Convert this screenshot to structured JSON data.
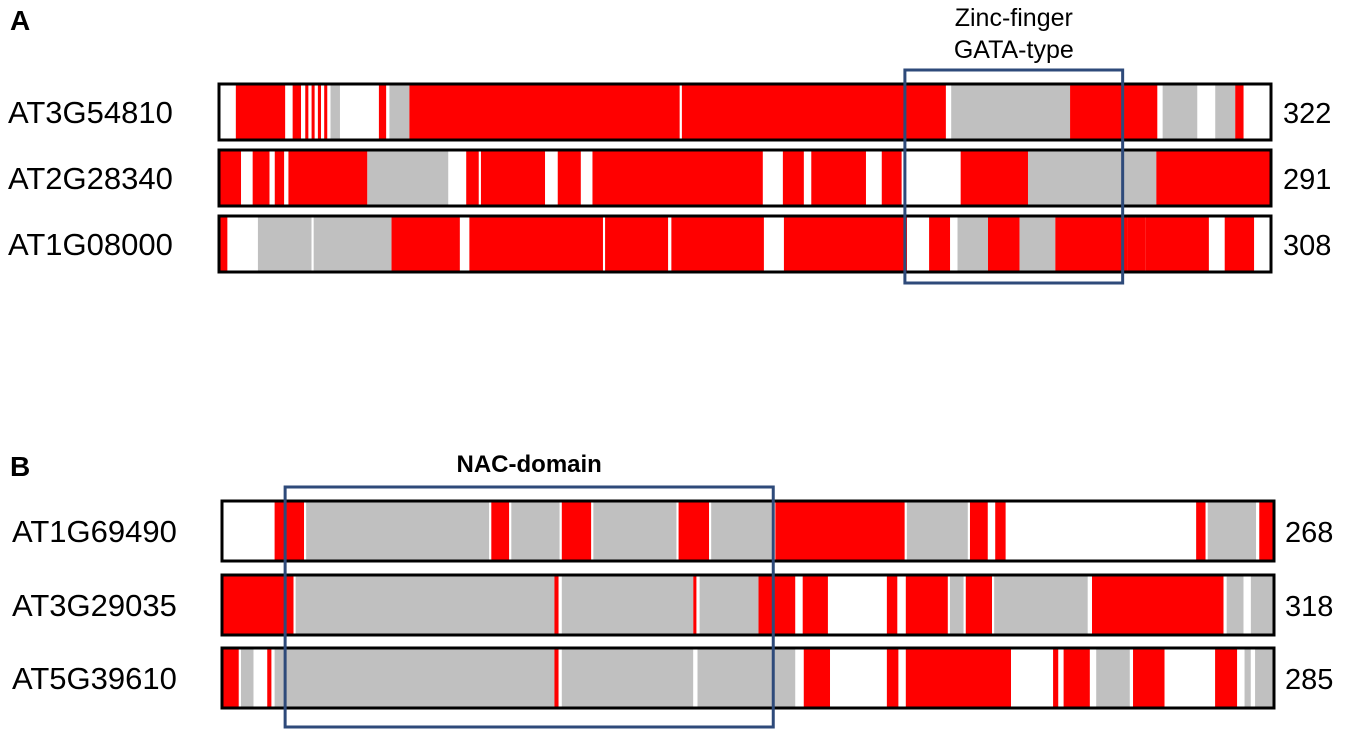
{
  "colors": {
    "variable": "#ff0000",
    "conserved": "#c0c0c0",
    "gap": "#ffffff",
    "domain_box": "#2e4a7a"
  },
  "panels": [
    {
      "letter": "A",
      "domain": {
        "lines": [
          "Zinc-finger",
          "GATA-type"
        ],
        "bold": false,
        "start": 0.652,
        "end": 0.859
      },
      "genes": [
        {
          "id": "AT3G54810",
          "length": "322",
          "segments": [
            [
              0.0,
              0.016,
              "w"
            ],
            [
              0.016,
              0.063,
              "r"
            ],
            [
              0.063,
              0.07,
              "w"
            ],
            [
              0.07,
              0.078,
              "r"
            ],
            [
              0.078,
              0.082,
              "w"
            ],
            [
              0.082,
              0.085,
              "r"
            ],
            [
              0.085,
              0.088,
              "w"
            ],
            [
              0.088,
              0.091,
              "r"
            ],
            [
              0.091,
              0.094,
              "w"
            ],
            [
              0.094,
              0.097,
              "r"
            ],
            [
              0.097,
              0.1,
              "w"
            ],
            [
              0.1,
              0.103,
              "r"
            ],
            [
              0.103,
              0.106,
              "w"
            ],
            [
              0.106,
              0.115,
              "g"
            ],
            [
              0.115,
              0.152,
              "w"
            ],
            [
              0.152,
              0.159,
              "r"
            ],
            [
              0.159,
              0.162,
              "w"
            ],
            [
              0.162,
              0.181,
              "g"
            ],
            [
              0.181,
              0.438,
              "r"
            ],
            [
              0.438,
              0.44,
              "w"
            ],
            [
              0.44,
              0.691,
              "r"
            ],
            [
              0.691,
              0.696,
              "w"
            ],
            [
              0.696,
              0.809,
              "g"
            ],
            [
              0.809,
              0.892,
              "r"
            ],
            [
              0.892,
              0.897,
              "w"
            ],
            [
              0.897,
              0.93,
              "g"
            ],
            [
              0.93,
              0.947,
              "w"
            ],
            [
              0.947,
              0.966,
              "g"
            ],
            [
              0.966,
              0.974,
              "r"
            ],
            [
              0.974,
              1.0,
              "w"
            ]
          ]
        },
        {
          "id": "AT2G28340",
          "length": "291",
          "segments": [
            [
              0.0,
              0.021,
              "r"
            ],
            [
              0.021,
              0.032,
              "w"
            ],
            [
              0.032,
              0.048,
              "r"
            ],
            [
              0.048,
              0.053,
              "w"
            ],
            [
              0.053,
              0.062,
              "r"
            ],
            [
              0.062,
              0.066,
              "w"
            ],
            [
              0.066,
              0.141,
              "r"
            ],
            [
              0.141,
              0.218,
              "g"
            ],
            [
              0.218,
              0.235,
              "w"
            ],
            [
              0.235,
              0.247,
              "r"
            ],
            [
              0.247,
              0.249,
              "w"
            ],
            [
              0.249,
              0.31,
              "r"
            ],
            [
              0.31,
              0.322,
              "w"
            ],
            [
              0.322,
              0.344,
              "r"
            ],
            [
              0.344,
              0.355,
              "w"
            ],
            [
              0.355,
              0.517,
              "r"
            ],
            [
              0.517,
              0.536,
              "w"
            ],
            [
              0.536,
              0.556,
              "r"
            ],
            [
              0.556,
              0.563,
              "w"
            ],
            [
              0.563,
              0.615,
              "r"
            ],
            [
              0.615,
              0.63,
              "w"
            ],
            [
              0.63,
              0.649,
              "r"
            ],
            [
              0.649,
              0.705,
              "w"
            ],
            [
              0.705,
              0.769,
              "r"
            ],
            [
              0.769,
              0.891,
              "g"
            ],
            [
              0.891,
              1.0,
              "r"
            ]
          ]
        },
        {
          "id": "AT1G08000",
          "length": "308",
          "segments": [
            [
              0.0,
              0.008,
              "r"
            ],
            [
              0.008,
              0.037,
              "w"
            ],
            [
              0.037,
              0.088,
              "g"
            ],
            [
              0.088,
              0.09,
              "w"
            ],
            [
              0.09,
              0.164,
              "g"
            ],
            [
              0.164,
              0.229,
              "r"
            ],
            [
              0.229,
              0.238,
              "w"
            ],
            [
              0.238,
              0.365,
              "r"
            ],
            [
              0.365,
              0.367,
              "w"
            ],
            [
              0.367,
              0.427,
              "r"
            ],
            [
              0.427,
              0.43,
              "w"
            ],
            [
              0.43,
              0.518,
              "r"
            ],
            [
              0.518,
              0.537,
              "w"
            ],
            [
              0.537,
              0.654,
              "r"
            ],
            [
              0.654,
              0.675,
              "w"
            ],
            [
              0.675,
              0.695,
              "r"
            ],
            [
              0.695,
              0.702,
              "w"
            ],
            [
              0.702,
              0.731,
              "g"
            ],
            [
              0.731,
              0.761,
              "r"
            ],
            [
              0.761,
              0.795,
              "g"
            ],
            [
              0.795,
              0.864,
              "r"
            ],
            [
              0.864,
              0.881,
              "r"
            ],
            [
              0.881,
              0.941,
              "r"
            ],
            [
              0.941,
              0.956,
              "w"
            ],
            [
              0.956,
              0.984,
              "r"
            ],
            [
              0.984,
              1.0,
              "w"
            ]
          ]
        }
      ]
    },
    {
      "letter": "B",
      "domain": {
        "lines": [
          "NAC-domain"
        ],
        "bold": true,
        "start": 0.06,
        "end": 0.524
      },
      "genes": [
        {
          "id": "AT1G69490",
          "length": "268",
          "segments": [
            [
              0.0,
              0.05,
              "w"
            ],
            [
              0.05,
              0.078,
              "r"
            ],
            [
              0.078,
              0.08,
              "w"
            ],
            [
              0.08,
              0.254,
              "g"
            ],
            [
              0.254,
              0.256,
              "w"
            ],
            [
              0.256,
              0.273,
              "r"
            ],
            [
              0.273,
              0.275,
              "w"
            ],
            [
              0.275,
              0.321,
              "g"
            ],
            [
              0.321,
              0.323,
              "w"
            ],
            [
              0.323,
              0.351,
              "r"
            ],
            [
              0.351,
              0.353,
              "w"
            ],
            [
              0.353,
              0.432,
              "g"
            ],
            [
              0.432,
              0.434,
              "w"
            ],
            [
              0.434,
              0.463,
              "r"
            ],
            [
              0.463,
              0.465,
              "w"
            ],
            [
              0.465,
              0.524,
              "g"
            ],
            [
              0.524,
              0.526,
              "w"
            ],
            [
              0.526,
              0.649,
              "r"
            ],
            [
              0.649,
              0.651,
              "w"
            ],
            [
              0.651,
              0.709,
              "g"
            ],
            [
              0.709,
              0.711,
              "w"
            ],
            [
              0.711,
              0.728,
              "r"
            ],
            [
              0.728,
              0.735,
              "w"
            ],
            [
              0.735,
              0.745,
              "r"
            ],
            [
              0.745,
              0.926,
              "w"
            ],
            [
              0.926,
              0.935,
              "r"
            ],
            [
              0.935,
              0.937,
              "w"
            ],
            [
              0.937,
              0.983,
              "g"
            ],
            [
              0.983,
              0.986,
              "w"
            ],
            [
              0.986,
              1.0,
              "r"
            ]
          ]
        },
        {
          "id": "AT3G29035",
          "length": "318",
          "segments": [
            [
              0.0,
              0.068,
              "r"
            ],
            [
              0.068,
              0.07,
              "w"
            ],
            [
              0.07,
              0.316,
              "g"
            ],
            [
              0.316,
              0.32,
              "r"
            ],
            [
              0.32,
              0.323,
              "w"
            ],
            [
              0.323,
              0.448,
              "g"
            ],
            [
              0.448,
              0.451,
              "r"
            ],
            [
              0.451,
              0.454,
              "w"
            ],
            [
              0.454,
              0.51,
              "g"
            ],
            [
              0.51,
              0.545,
              "r"
            ],
            [
              0.545,
              0.552,
              "w"
            ],
            [
              0.552,
              0.576,
              "r"
            ],
            [
              0.576,
              0.632,
              "w"
            ],
            [
              0.632,
              0.642,
              "r"
            ],
            [
              0.642,
              0.65,
              "w"
            ],
            [
              0.65,
              0.69,
              "r"
            ],
            [
              0.69,
              0.692,
              "w"
            ],
            [
              0.692,
              0.705,
              "g"
            ],
            [
              0.705,
              0.707,
              "w"
            ],
            [
              0.707,
              0.732,
              "r"
            ],
            [
              0.732,
              0.734,
              "w"
            ],
            [
              0.734,
              0.823,
              "g"
            ],
            [
              0.823,
              0.827,
              "w"
            ],
            [
              0.827,
              0.952,
              "r"
            ],
            [
              0.952,
              0.955,
              "w"
            ],
            [
              0.955,
              0.971,
              "g"
            ],
            [
              0.971,
              0.978,
              "w"
            ],
            [
              0.978,
              1.0,
              "g"
            ]
          ]
        },
        {
          "id": "AT5G39610",
          "length": "285",
          "segments": [
            [
              0.0,
              0.016,
              "r"
            ],
            [
              0.016,
              0.018,
              "w"
            ],
            [
              0.018,
              0.03,
              "g"
            ],
            [
              0.03,
              0.043,
              "w"
            ],
            [
              0.043,
              0.047,
              "r"
            ],
            [
              0.047,
              0.05,
              "w"
            ],
            [
              0.05,
              0.316,
              "g"
            ],
            [
              0.316,
              0.32,
              "r"
            ],
            [
              0.32,
              0.323,
              "w"
            ],
            [
              0.323,
              0.448,
              "g"
            ],
            [
              0.448,
              0.452,
              "w"
            ],
            [
              0.452,
              0.545,
              "g"
            ],
            [
              0.545,
              0.553,
              "w"
            ],
            [
              0.553,
              0.578,
              "r"
            ],
            [
              0.578,
              0.632,
              "w"
            ],
            [
              0.632,
              0.643,
              "r"
            ],
            [
              0.643,
              0.65,
              "w"
            ],
            [
              0.65,
              0.75,
              "r"
            ],
            [
              0.75,
              0.79,
              "w"
            ],
            [
              0.79,
              0.795,
              "r"
            ],
            [
              0.795,
              0.8,
              "w"
            ],
            [
              0.8,
              0.825,
              "r"
            ],
            [
              0.825,
              0.831,
              "w"
            ],
            [
              0.831,
              0.863,
              "g"
            ],
            [
              0.863,
              0.866,
              "w"
            ],
            [
              0.866,
              0.896,
              "r"
            ],
            [
              0.896,
              0.944,
              "w"
            ],
            [
              0.944,
              0.965,
              "r"
            ],
            [
              0.965,
              0.972,
              "w"
            ],
            [
              0.972,
              0.978,
              "g"
            ],
            [
              0.978,
              0.982,
              "w"
            ],
            [
              0.982,
              1.0,
              "g"
            ]
          ]
        }
      ]
    }
  ]
}
